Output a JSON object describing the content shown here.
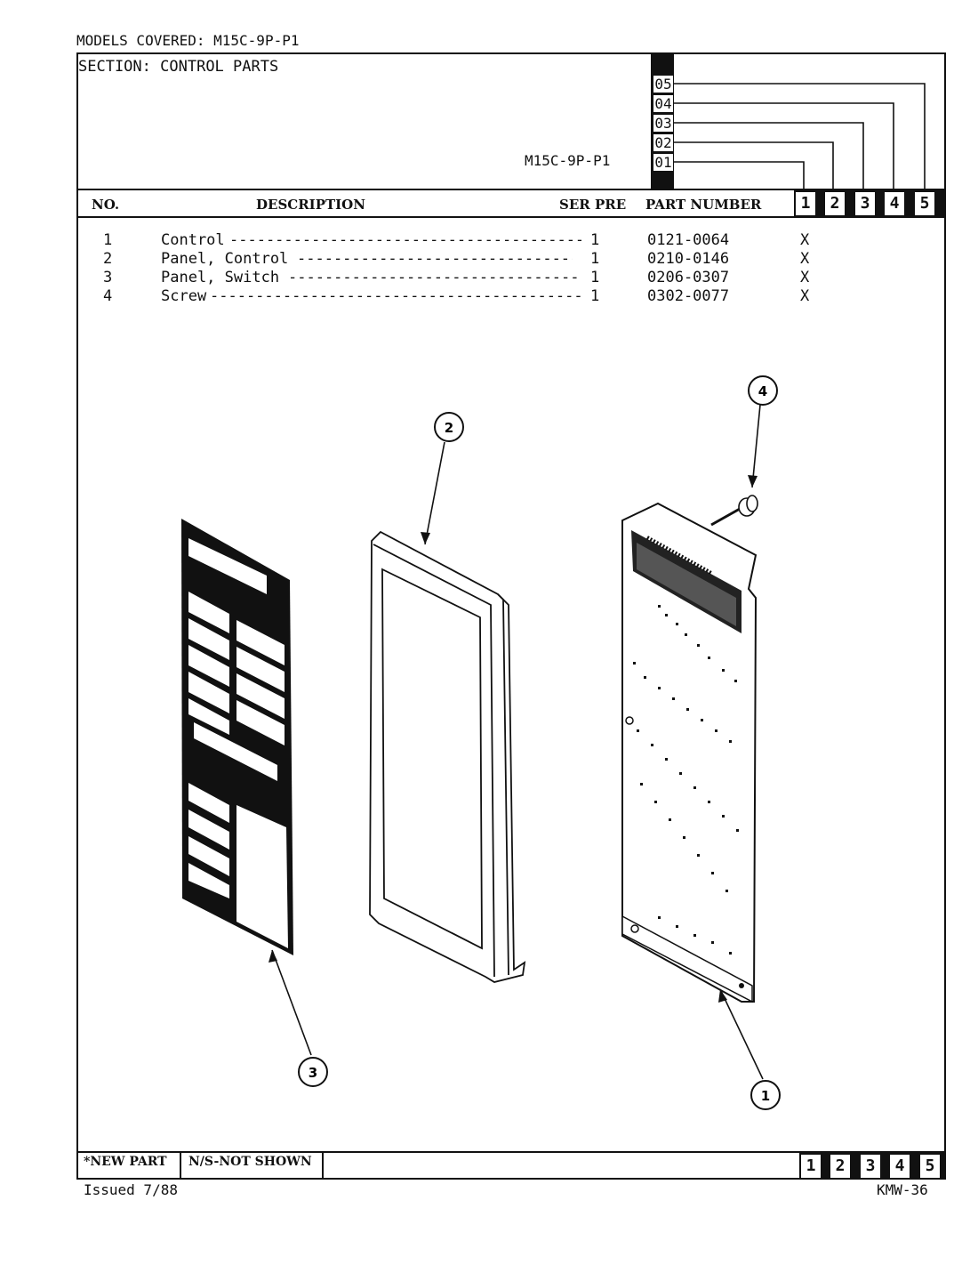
{
  "header": {
    "models_label": "MODELS COVERED:",
    "models_value": "M15C-9P-P1",
    "section_label": "SECTION:",
    "section_value": "CONTROL PARTS",
    "model_id": "M15C-9P-P1",
    "version_codes": [
      "05",
      "04",
      "03",
      "02",
      "01"
    ]
  },
  "table": {
    "col_no": "NO.",
    "col_description": "DESCRIPTION",
    "col_ser_pre": "SER PRE",
    "col_part_number": "PART NUMBER",
    "model_columns": [
      "1",
      "2",
      "3",
      "4",
      "5"
    ],
    "rows": [
      {
        "no": "1",
        "description": "Control",
        "qty": "1",
        "part_number": "0121-0064",
        "mark": "X"
      },
      {
        "no": "2",
        "description": "Panel, Control",
        "qty": "1",
        "part_number": "0210-0146",
        "mark": "X"
      },
      {
        "no": "3",
        "description": "Panel, Switch",
        "qty": "1",
        "part_number": "0206-0307",
        "mark": "X"
      },
      {
        "no": "4",
        "description": "Screw",
        "qty": "1",
        "part_number": "0302-0077",
        "mark": "X"
      }
    ]
  },
  "diagram": {
    "callouts": [
      "1",
      "2",
      "3",
      "4"
    ]
  },
  "footer": {
    "new_part": "*NEW PART",
    "not_shown": "N/S-NOT SHOWN",
    "model_columns": [
      "1",
      "2",
      "3",
      "4",
      "5"
    ],
    "issued": "Issued 7/88",
    "page_id": "KMW-36"
  }
}
